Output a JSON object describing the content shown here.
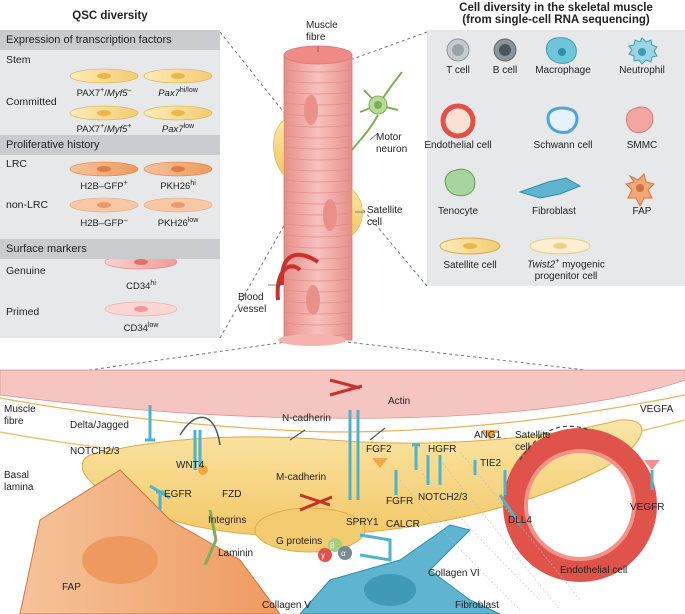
{
  "qsc": {
    "title": "QSC diversity",
    "sec1": "Expression of transcription factors",
    "stem": "Stem",
    "stem_l_a": "PAX7",
    "stem_l_sup1": "+",
    "stem_l_b": "/",
    "stem_l_c": "Myf5",
    "stem_l_sup2": "–",
    "stem_r_a": "Pax7",
    "stem_r_sup": "hi/low",
    "committed": "Committed",
    "com_l_a": "PAX7",
    "com_l_sup1": "+",
    "com_l_b": "/",
    "com_l_c": "Myf5",
    "com_l_sup2": "+",
    "com_r_a": "Pax7",
    "com_r_sup": "low",
    "sec2": "Proliferative history",
    "lrc": "LRC",
    "lrc_l_a": "H2B–GFP",
    "lrc_l_sup": "+",
    "lrc_r_a": "PKH26",
    "lrc_r_sup": "hi",
    "nonlrc": "non-LRC",
    "nl_l_a": "H2B–GFP",
    "nl_l_sup": "–",
    "nl_r_a": "PKH26",
    "nl_r_sup": "low",
    "sec3": "Surface markers",
    "genuine": "Genuine",
    "gen_a": "CD34",
    "gen_sup": "hi",
    "primed": "Primed",
    "pri_a": "CD34",
    "pri_sup": "low"
  },
  "center": {
    "muscle_fibre_1": "Muscle",
    "muscle_fibre_2": "fibre",
    "motor_1": "Motor",
    "motor_2": "neuron",
    "sat_1": "Satellite",
    "sat_2": "cell",
    "blood_1": "Blood",
    "blood_2": "vessel"
  },
  "diversity": {
    "title_1": "Cell diversity in the skeletal muscle",
    "title_2": "(from single-cell RNA sequencing)",
    "cells": [
      "T cell",
      "B cell",
      "Macrophage",
      "Neutrophil",
      "Endothelial cell",
      "Schwann cell",
      "SMMC",
      "Tenocyte",
      "Fibroblast",
      "FAP",
      "Satellite cell"
    ],
    "twist_a": "Twist2",
    "twist_sup": "+",
    "twist_b": " myogenic",
    "twist_c": "progenitor cell"
  },
  "niche": {
    "muscle_fibre_1": "Muscle",
    "muscle_fibre_2": "fibre",
    "basal_1": "Basal",
    "basal_2": "lamina",
    "delta": "Delta/Jagged",
    "notch_left": "NOTCH2/3",
    "wnt4": "WNT4",
    "egfr": "EGFR",
    "fzd": "FZD",
    "integrins": "Integrins",
    "laminin": "Laminin",
    "fap": "FAP",
    "collagen5": "Collagen V",
    "ncad": "N-cadherin",
    "mcad": "M-cadherin",
    "actin": "Actin",
    "fgf2": "FGF2",
    "fgfr": "FGFR",
    "hgfr": "HGFR",
    "notch_right": "NOTCH2/3",
    "spry1": "SPRY1",
    "calcr": "CALCR",
    "gproteins": "G proteins",
    "beta": "β",
    "gamma": "γ",
    "alpha": "α",
    "ang1": "ANG1",
    "tie2": "TIE2",
    "sat_1": "Satellite",
    "sat_2": "cell",
    "dll4": "DLL4",
    "collagen6": "Collagen VI",
    "fibroblast": "Fibroblast",
    "endo": "Endothelial cell",
    "vegfa": "VEGFA",
    "vegfr": "VEGFR"
  },
  "colors": {
    "panel": "#e7e8ea",
    "band": "#c9cbcf",
    "fibre": "#f2a7a3",
    "satellite": "#f6d58a",
    "vessel": "#e0534a",
    "receptor": "#4fb3c9",
    "fap": "#f3a877",
    "fibroblast": "#4aa6c2"
  }
}
